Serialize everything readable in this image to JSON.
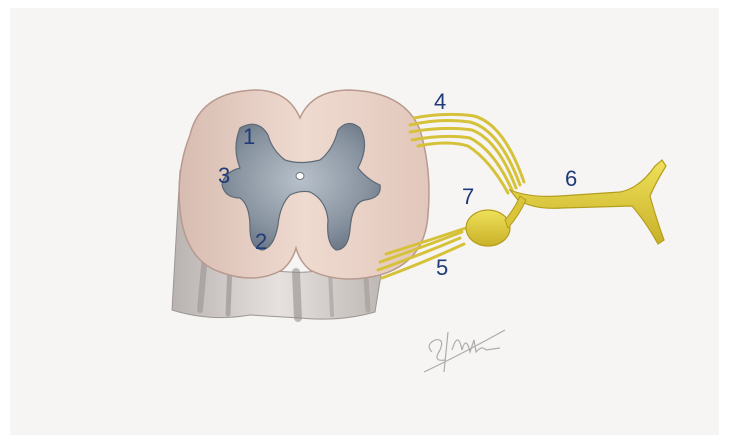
{
  "labels": {
    "l1": "1",
    "l2": "2",
    "l3": "3",
    "l4": "4",
    "l5": "5",
    "l6": "6",
    "l7": "7"
  },
  "colors": {
    "paper": "#f7f5f3",
    "white_matter": "#e9d3c8",
    "white_matter_shadow": "#cbb1a6",
    "gray_matter": "#7e8a97",
    "gray_matter_light": "#a9b3bd",
    "column_stroke": "#8c8a8a",
    "nerve": "#e6d43c",
    "nerve_dark": "#c9b22a",
    "label": "#1f3b7a"
  }
}
